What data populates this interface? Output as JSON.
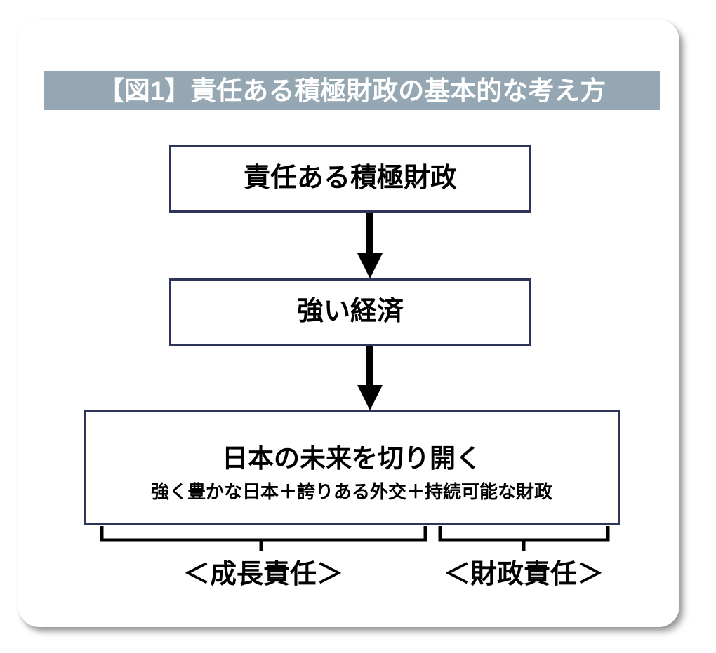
{
  "figure": {
    "title": "【図1】責任ある積極財政の基本的な考え方",
    "title_band_color": "#95a7b2",
    "title_text_color": "#ffffff",
    "box_border_color": "#2c3457",
    "arrow_color": "#000000",
    "card_background": "#ffffff"
  },
  "flow": {
    "boxes": [
      {
        "id": "box-1",
        "text": "責任ある積極財政"
      },
      {
        "id": "box-2",
        "text": "強い経済"
      },
      {
        "id": "box-3",
        "text": "日本の未来を切り開く",
        "subtext": "強く豊かな日本＋誇りある外交＋持続可能な財政"
      }
    ],
    "arrows": [
      {
        "id": "arrow-1",
        "direction": "down"
      },
      {
        "id": "arrow-2",
        "direction": "down"
      }
    ]
  },
  "brackets": [
    {
      "id": "bracket-growth",
      "label": "＜成長責任＞"
    },
    {
      "id": "bracket-fiscal",
      "label": "＜財政責任＞"
    }
  ]
}
